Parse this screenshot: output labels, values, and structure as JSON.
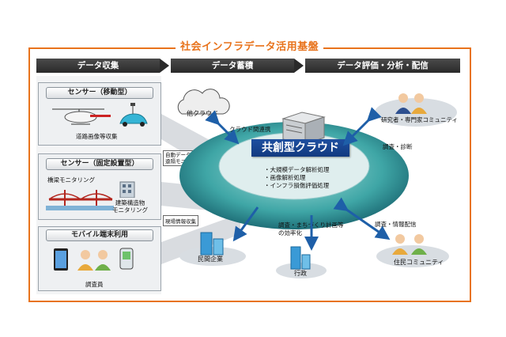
{
  "title": "社会インフラデータ活用基盤",
  "headers": [
    "データ収集",
    "データ蓄積",
    "データ評価・分析・配信"
  ],
  "panels": {
    "mobile_sensor": {
      "title": "センサー（移動型）",
      "caption": "道路画像等収集"
    },
    "fixed_sensor": {
      "title": "センサー（固定設置型）",
      "bridge": "橋梁モニタリング",
      "building": [
        "建築構造物",
        "モニタリング"
      ]
    },
    "mobile_terminal": {
      "title": "モバイル端末利用",
      "caption": "調査員"
    }
  },
  "tags": {
    "auto": [
      "自動データ取得",
      "遠隔モニタリング"
    ],
    "field": "現場情報収集"
  },
  "center": {
    "title": "共創型クラウド",
    "bullets": [
      "・大規模データ解析処理",
      "・画像解析処理",
      "・インフラ損傷評価処理"
    ]
  },
  "nodes": {
    "other_cloud": "他クラウド",
    "cloud_link": "クラウド間連携",
    "researchers": "研究者・専門家コミュニティ",
    "survey": "調査・診断",
    "private": "民間企業",
    "government": "行政",
    "planning": [
      "調査・まちづくり計画等",
      "の効率化"
    ],
    "residents": "住民コミュニティ",
    "info_delivery": "調査・情報配信"
  },
  "colors": {
    "accent": "#e8731c",
    "cloud_box": "#1e4fa0",
    "ring": "#3fa6a6"
  }
}
